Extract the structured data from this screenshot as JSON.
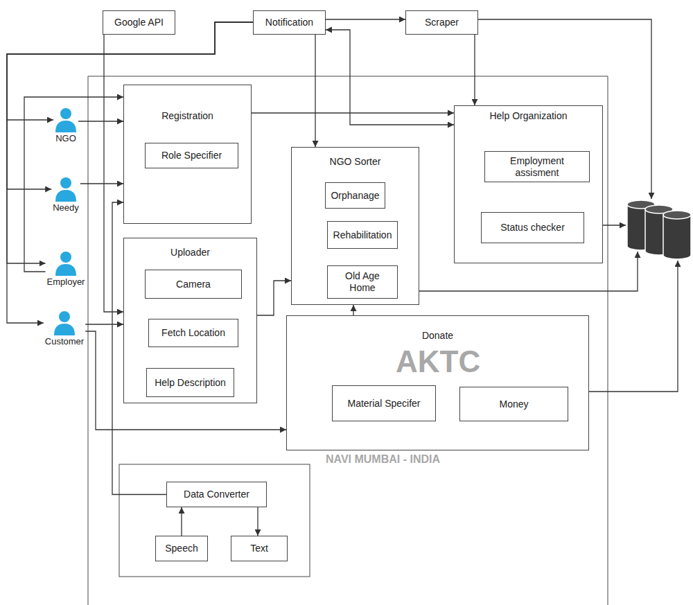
{
  "diagram": {
    "nodes": [
      {
        "text": [
          "Google API"
        ]
      },
      {
        "text": [
          "Notification"
        ]
      },
      {
        "text": [
          "Scraper"
        ]
      },
      {
        "text": [
          "NGO"
        ]
      },
      {
        "text": [
          "Needy"
        ]
      },
      {
        "text": [
          "Employer"
        ]
      },
      {
        "text": [
          "Customer"
        ]
      },
      {
        "text": [
          "Registration"
        ]
      },
      {
        "text": [
          "Role Specifier"
        ],
        "in": 7
      },
      {
        "text": [
          "Uploader"
        ]
      },
      {
        "text": [
          "Camera"
        ],
        "in": 9
      },
      {
        "text": [
          "Fetch Location"
        ],
        "in": 9
      },
      {
        "text": [
          "Help Description"
        ],
        "in": 9
      },
      {
        "text": [
          "NGO Sorter"
        ]
      },
      {
        "text": [
          "Orphanage"
        ],
        "in": 13
      },
      {
        "text": [
          "Rehabilitation"
        ],
        "in": 13
      },
      {
        "text": [
          "Old Age Home"
        ],
        "in": 13
      },
      {
        "text": [
          "Help Organization"
        ]
      },
      {
        "text": [
          "Employment assisment"
        ],
        "in": 17
      },
      {
        "text": [
          "Status checker"
        ],
        "in": 17
      },
      {
        "text": [
          "Donate"
        ]
      },
      {
        "text": [
          "Material Specifer"
        ],
        "in": 20
      },
      {
        "text": [
          "Money"
        ],
        "in": 20
      },
      {
        "text": [
          "Data Converter"
        ]
      },
      {
        "text": [
          "Speech"
        ]
      },
      {
        "text": [
          "Text"
        ]
      }
    ],
    "edges": [
      {
        "from": 1,
        "to": 3,
        "arrow": "to"
      },
      {
        "from": 1,
        "to": 4,
        "arrow": "to"
      },
      {
        "from": 1,
        "to": 5,
        "arrow": "to"
      },
      {
        "from": 1,
        "to": 6,
        "arrow": "to"
      },
      {
        "from": 3,
        "to": 7,
        "arrow": "to"
      },
      {
        "from": 4,
        "to": 7,
        "arrow": "to"
      },
      {
        "from": 5,
        "to": 7,
        "arrow": "to"
      },
      {
        "from": 0,
        "to": 9,
        "arrow": "to"
      },
      {
        "from": 6,
        "to": 9,
        "arrow": "to"
      },
      {
        "from": 6,
        "to": 20,
        "arrow": "to"
      },
      {
        "from": 10,
        "to": 11,
        "arrow": "to"
      },
      {
        "from": 11,
        "to": 12,
        "arrow": "to"
      },
      {
        "from": 9,
        "to": 13,
        "arrow": "to"
      },
      {
        "from": 1,
        "to": 13,
        "arrow": "to"
      },
      {
        "from": 1,
        "to": 17,
        "arrow": "both"
      },
      {
        "from": 1,
        "to": 2,
        "arrow": "to"
      },
      {
        "from": 2,
        "to": 17,
        "arrow": "to"
      },
      {
        "from": 7,
        "to": 17,
        "arrow": "to"
      },
      {
        "from": 20,
        "to": 13,
        "arrow": "to"
      },
      {
        "from": 18,
        "to": 19,
        "arrow": "to"
      },
      {
        "from": 19,
        "to": 18,
        "arrow": "to"
      },
      {
        "from": 23,
        "to": 7,
        "arrow": "to"
      },
      {
        "from": 24,
        "to": 23,
        "arrow": "to"
      },
      {
        "from": 23,
        "to": 25,
        "arrow": "to"
      }
    ],
    "labels": [
      "AKTC",
      "NAVI MUMBAI - INDIA"
    ]
  }
}
